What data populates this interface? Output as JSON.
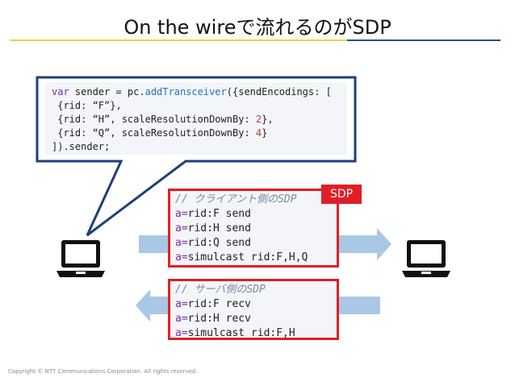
{
  "slide": {
    "title": "On the wireで流れるのがSDP",
    "copyright": "Copyright © NTT Communications Corporation. All rights reserved."
  },
  "code": {
    "line1_kw": "var",
    "line1_rest": " sender = pc.",
    "line1_fn": "addTransceiver",
    "line1_tail": "({sendEncodings: [",
    "line2": " {rid: “F”},",
    "line3_a": " {rid: “H”, scaleResolutionDownBy: ",
    "line3_num": "2",
    "line3_b": "},",
    "line4_a": " {rid: “Q”, scaleResolutionDownBy: ",
    "line4_num": "4",
    "line4_b": "}",
    "line5": "]).sender;"
  },
  "sdp": {
    "tag": "SDP",
    "client": {
      "comment": "// クライアント側のSDP",
      "lines": [
        {
          "key": "a=",
          "val": "rid:F send"
        },
        {
          "key": "a=",
          "val": "rid:H send"
        },
        {
          "key": "a=",
          "val": "rid:Q send"
        },
        {
          "key": "a=",
          "val": "simulcast rid:F,H,Q"
        }
      ]
    },
    "server": {
      "comment": "// サーバ側のSDP",
      "lines": [
        {
          "key": "a=",
          "val": "rid:F recv"
        },
        {
          "key": "a=",
          "val": "rid:H recv"
        },
        {
          "key": "a=",
          "val": "simulcast rid:F,H"
        }
      ]
    }
  },
  "icons": {
    "left": "laptop-icon",
    "right": "laptop-icon"
  },
  "colors": {
    "accent_red": "#e01e26",
    "arrow_blue": "#a9c8e6",
    "bubble_border": "#1f3f78"
  }
}
